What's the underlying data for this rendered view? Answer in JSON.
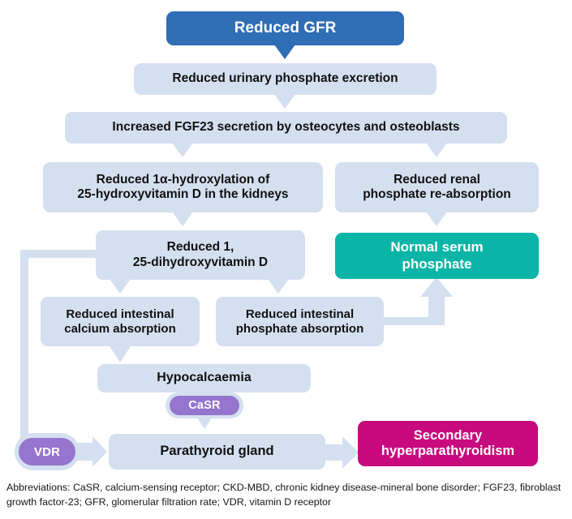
{
  "diagram": {
    "title_node": "Reduced GFR",
    "type": "flowchart",
    "nodes": [
      {
        "id": "reduced-gfr",
        "label": "Reduced GFR",
        "color": "#2f6db5",
        "style": "blue"
      },
      {
        "id": "reduced-urinary-phosphate-excretion",
        "label": "Reduced urinary phosphate excretion",
        "color": "#d4e0f0",
        "style": "light"
      },
      {
        "id": "increased-fgf23-secretion",
        "label": "Increased FGF23 secretion by osteocytes and osteoblasts",
        "color": "#d4e0f0",
        "style": "light"
      },
      {
        "id": "reduced-1a-hydroxylation",
        "label": "Reduced 1α-hydroxylation of\n25-hydroxyvitamin D in the kidneys",
        "color": "#d4e0f0",
        "style": "light"
      },
      {
        "id": "reduced-renal-phosphate-reabsorption",
        "label": "Reduced renal\nphosphate re-absorption",
        "color": "#d4e0f0",
        "style": "light"
      },
      {
        "id": "reduced-1-25-dihydroxyvitamin-d",
        "label": "Reduced 1,\n25-dihydroxyvitamin D",
        "color": "#d4e0f0",
        "style": "light"
      },
      {
        "id": "normal-serum-phosphate",
        "label": "Normal serum\nphosphate",
        "color": "#0ab5a7",
        "style": "teal"
      },
      {
        "id": "reduced-intestinal-calcium-absorption",
        "label": "Reduced intestinal\ncalcium absorption",
        "color": "#d4e0f0",
        "style": "light"
      },
      {
        "id": "reduced-intestinal-phosphate-absorption",
        "label": "Reduced intestinal\nphosphate absorption",
        "color": "#d4e0f0",
        "style": "light"
      },
      {
        "id": "hypocalcaemia",
        "label": "Hypocalcaemia",
        "color": "#d4e0f0",
        "style": "light"
      },
      {
        "id": "parathyroid-gland",
        "label": "Parathyroid gland",
        "color": "#d4e0f0",
        "style": "light"
      },
      {
        "id": "secondary-hyperparathyroidism",
        "label": "Secondary\nhyperparathyroidism",
        "color": "#c70a7e",
        "style": "magenta"
      }
    ],
    "receptor_pills": [
      {
        "id": "casr",
        "label": "CaSR",
        "color": "#9575cd"
      },
      {
        "id": "vdr",
        "label": "VDR",
        "color": "#9575cd"
      }
    ],
    "footnote": "Abbreviations: CaSR, calcium-sensing receptor; CKD-MBD, chronic kidney disease-mineral bone disorder; FGF23, fibroblast growth factor-23; GFR, glomerular filtration rate; VDR, vitamin D receptor"
  },
  "colors": {
    "primary_blue": "#2f6db5",
    "light_blue": "#d4e0f0",
    "teal": "#0ab5a7",
    "magenta": "#c70a7e",
    "purple": "#9575cd",
    "text_dark": "#111111",
    "white": "#ffffff"
  }
}
